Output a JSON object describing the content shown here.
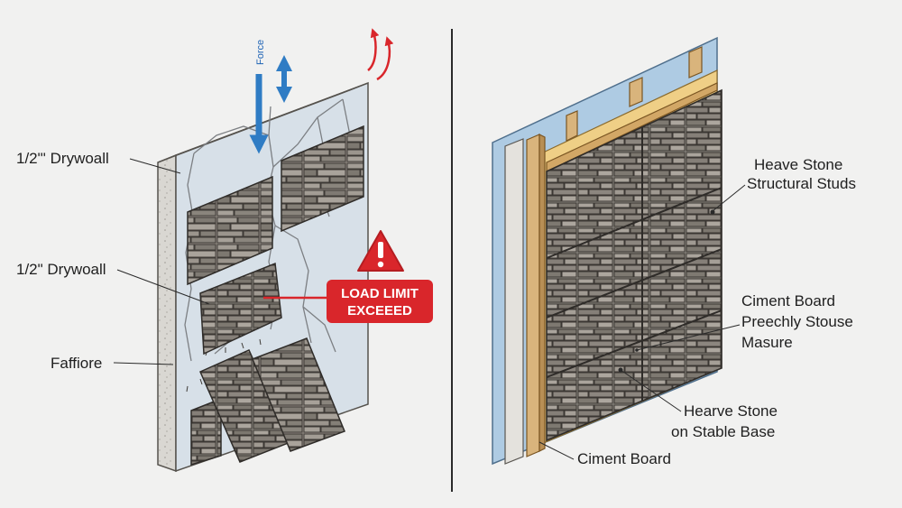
{
  "left_panel": {
    "force_label": "Force",
    "labels": {
      "drywall_top": "1/2\"' Drywoall",
      "drywall_mid": "1/2\" Drywoall",
      "failure": "Faffiore"
    },
    "warning": {
      "line1": "LOAD LIMIT",
      "line2": "EXCEEED"
    }
  },
  "right_panel": {
    "labels": {
      "studs_line1": "Heave Stone",
      "studs_line2": "Structural Studs",
      "board_line1": "Ciment Board",
      "board_line2": "Preechly Stouse",
      "board_line3": "Masure",
      "base_line1": "Hearve Stone",
      "base_line2": "on Stable Base",
      "ciment_board": "Ciment Board"
    }
  },
  "colors": {
    "force_arrow": "#2f7cc4",
    "warning_red": "#d9262b",
    "crack_arrow": "#d9262b",
    "stone": "#8f8a83",
    "stone_line": "#3e3a36",
    "drywall": "#d8e2ea",
    "board_edge": "#cfccc6",
    "wood": "#d9b47c",
    "insulation": "#efcf86",
    "wrap": "#a9c6df"
  }
}
